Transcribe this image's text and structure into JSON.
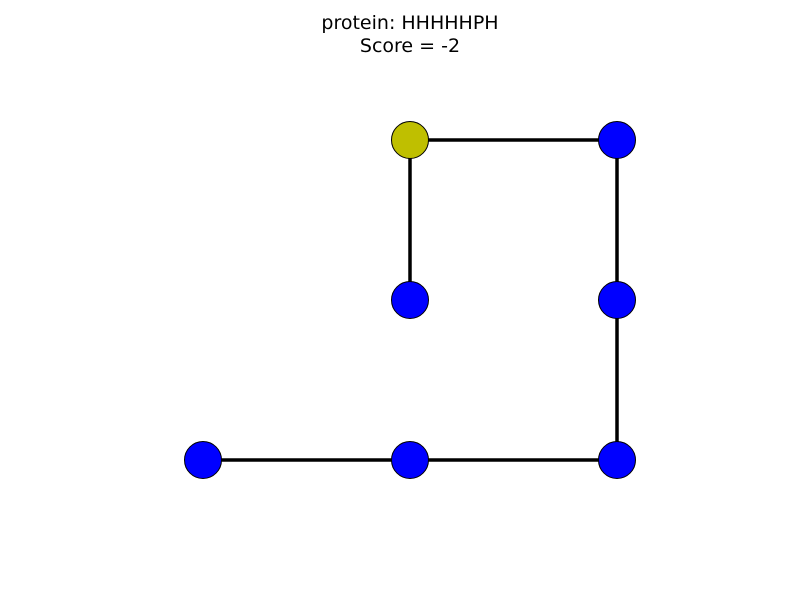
{
  "title": {
    "protein_line": "protein: HHHHHPH",
    "score_line": "Score = -2"
  },
  "protein": {
    "sequence": "HHHHHPH",
    "score": -2
  },
  "colors": {
    "H": "#0000ff",
    "P": "#bfbf00",
    "bond": "#000000",
    "outline": "#000000"
  },
  "chain": [
    {
      "residue": "H",
      "gx": 0,
      "gy": 0
    },
    {
      "residue": "H",
      "gx": 1,
      "gy": 0
    },
    {
      "residue": "H",
      "gx": 2,
      "gy": 0
    },
    {
      "residue": "H",
      "gx": 2,
      "gy": 1
    },
    {
      "residue": "H",
      "gx": 2,
      "gy": 2
    },
    {
      "residue": "P",
      "gx": 1,
      "gy": 2
    },
    {
      "residue": "H",
      "gx": 1,
      "gy": 1
    }
  ]
}
